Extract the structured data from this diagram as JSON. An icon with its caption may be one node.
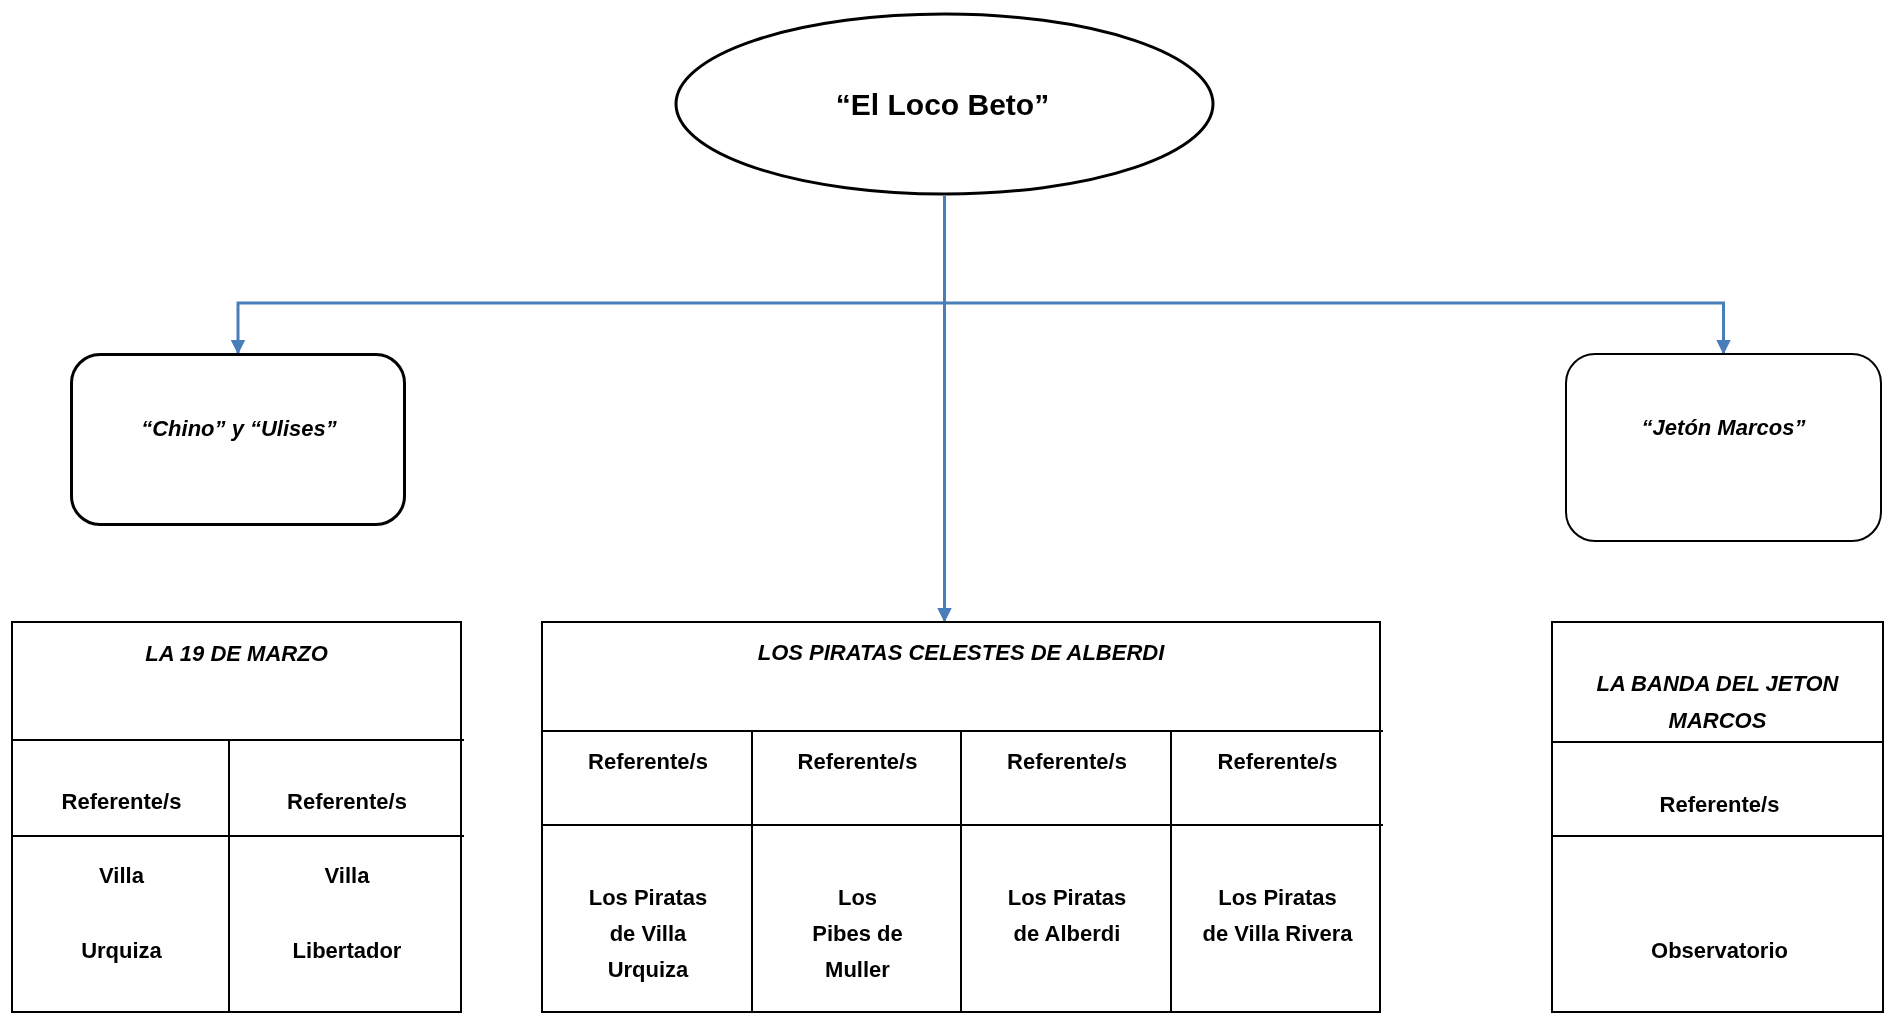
{
  "diagram": {
    "nodes": [
      {
        "text": [
          "“El Loco Beto”"
        ]
      },
      {
        "text": [
          "“Chino” y “Ulises”"
        ]
      },
      {
        "text": [
          "“Jetón Marcos”"
        ]
      },
      {
        "text": [
          "LA 19  DE MARZO"
        ]
      },
      {
        "text": [
          "LOS PIRATAS CELESTES DE ALBERDI"
        ]
      },
      {
        "text": [
          "LA BANDA DEL JETON MARCOS"
        ]
      }
    ],
    "edges": [
      {
        "from": 0,
        "to": 1,
        "arrow": "to"
      },
      {
        "from": 0,
        "to": 2,
        "arrow": "to"
      },
      {
        "from": 0,
        "to": 4,
        "arrow": "to"
      }
    ],
    "labels": [
      "Referente/s",
      "Referente/s",
      "Villa Urquiza",
      "Villa Libertador",
      "Referente/s",
      "Referente/s",
      "Referente/s",
      "Referente/s",
      "Los Piratas de Villa Urquiza",
      "Los Pibes de Muller",
      "Los Piratas de Alberdi",
      "Los Piratas de Villa Rivera",
      "Referente/s",
      "Observatorio"
    ]
  }
}
